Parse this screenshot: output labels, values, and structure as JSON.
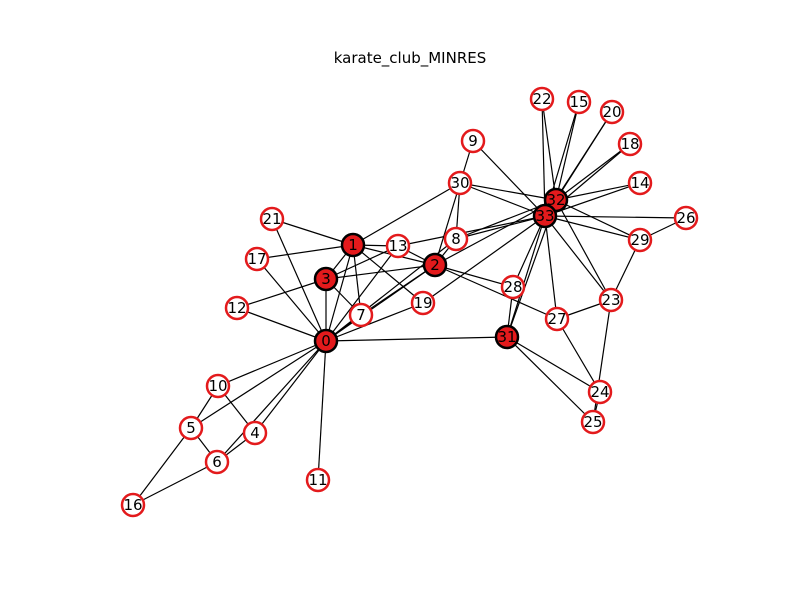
{
  "title": "karate_club_MINRES",
  "colors": {
    "selected_fill": "#e31a1c",
    "selected_stroke": "#000000",
    "unselected_fill": "#ffffff",
    "unselected_stroke": "#e31a1c",
    "edge": "#000000"
  },
  "nodes": [
    {
      "id": "0",
      "selected": true
    },
    {
      "id": "1",
      "selected": true
    },
    {
      "id": "2",
      "selected": true
    },
    {
      "id": "3",
      "selected": true
    },
    {
      "id": "4",
      "selected": false
    },
    {
      "id": "5",
      "selected": false
    },
    {
      "id": "6",
      "selected": false
    },
    {
      "id": "7",
      "selected": false
    },
    {
      "id": "8",
      "selected": false
    },
    {
      "id": "9",
      "selected": false
    },
    {
      "id": "10",
      "selected": false
    },
    {
      "id": "11",
      "selected": false
    },
    {
      "id": "12",
      "selected": false
    },
    {
      "id": "13",
      "selected": false
    },
    {
      "id": "14",
      "selected": false
    },
    {
      "id": "15",
      "selected": false
    },
    {
      "id": "16",
      "selected": false
    },
    {
      "id": "17",
      "selected": false
    },
    {
      "id": "18",
      "selected": false
    },
    {
      "id": "19",
      "selected": false
    },
    {
      "id": "20",
      "selected": false
    },
    {
      "id": "21",
      "selected": false
    },
    {
      "id": "22",
      "selected": false
    },
    {
      "id": "23",
      "selected": false
    },
    {
      "id": "24",
      "selected": false
    },
    {
      "id": "25",
      "selected": false
    },
    {
      "id": "26",
      "selected": false
    },
    {
      "id": "27",
      "selected": false
    },
    {
      "id": "28",
      "selected": false
    },
    {
      "id": "29",
      "selected": false
    },
    {
      "id": "30",
      "selected": false
    },
    {
      "id": "31",
      "selected": true
    },
    {
      "id": "32",
      "selected": true
    },
    {
      "id": "33",
      "selected": true
    }
  ],
  "edges": [
    [
      "0",
      "1"
    ],
    [
      "0",
      "2"
    ],
    [
      "0",
      "3"
    ],
    [
      "0",
      "4"
    ],
    [
      "0",
      "5"
    ],
    [
      "0",
      "6"
    ],
    [
      "0",
      "7"
    ],
    [
      "0",
      "8"
    ],
    [
      "0",
      "10"
    ],
    [
      "0",
      "11"
    ],
    [
      "0",
      "12"
    ],
    [
      "0",
      "13"
    ],
    [
      "0",
      "17"
    ],
    [
      "0",
      "19"
    ],
    [
      "0",
      "21"
    ],
    [
      "0",
      "31"
    ],
    [
      "1",
      "2"
    ],
    [
      "1",
      "3"
    ],
    [
      "1",
      "7"
    ],
    [
      "1",
      "13"
    ],
    [
      "1",
      "17"
    ],
    [
      "1",
      "19"
    ],
    [
      "1",
      "21"
    ],
    [
      "1",
      "30"
    ],
    [
      "2",
      "3"
    ],
    [
      "2",
      "7"
    ],
    [
      "2",
      "8"
    ],
    [
      "2",
      "9"
    ],
    [
      "2",
      "13"
    ],
    [
      "2",
      "27"
    ],
    [
      "2",
      "28"
    ],
    [
      "2",
      "32"
    ],
    [
      "3",
      "7"
    ],
    [
      "3",
      "12"
    ],
    [
      "3",
      "13"
    ],
    [
      "4",
      "6"
    ],
    [
      "4",
      "10"
    ],
    [
      "5",
      "6"
    ],
    [
      "5",
      "10"
    ],
    [
      "5",
      "16"
    ],
    [
      "6",
      "16"
    ],
    [
      "8",
      "30"
    ],
    [
      "8",
      "32"
    ],
    [
      "8",
      "33"
    ],
    [
      "9",
      "33"
    ],
    [
      "13",
      "33"
    ],
    [
      "14",
      "32"
    ],
    [
      "14",
      "33"
    ],
    [
      "15",
      "32"
    ],
    [
      "15",
      "33"
    ],
    [
      "18",
      "32"
    ],
    [
      "18",
      "33"
    ],
    [
      "19",
      "33"
    ],
    [
      "20",
      "32"
    ],
    [
      "20",
      "33"
    ],
    [
      "22",
      "32"
    ],
    [
      "22",
      "33"
    ],
    [
      "23",
      "25"
    ],
    [
      "23",
      "27"
    ],
    [
      "23",
      "29"
    ],
    [
      "23",
      "32"
    ],
    [
      "23",
      "33"
    ],
    [
      "24",
      "25"
    ],
    [
      "24",
      "27"
    ],
    [
      "24",
      "31"
    ],
    [
      "25",
      "31"
    ],
    [
      "26",
      "29"
    ],
    [
      "26",
      "33"
    ],
    [
      "27",
      "33"
    ],
    [
      "28",
      "31"
    ],
    [
      "28",
      "33"
    ],
    [
      "29",
      "32"
    ],
    [
      "29",
      "33"
    ],
    [
      "30",
      "32"
    ],
    [
      "30",
      "33"
    ],
    [
      "31",
      "32"
    ],
    [
      "31",
      "33"
    ],
    [
      "32",
      "33"
    ]
  ]
}
